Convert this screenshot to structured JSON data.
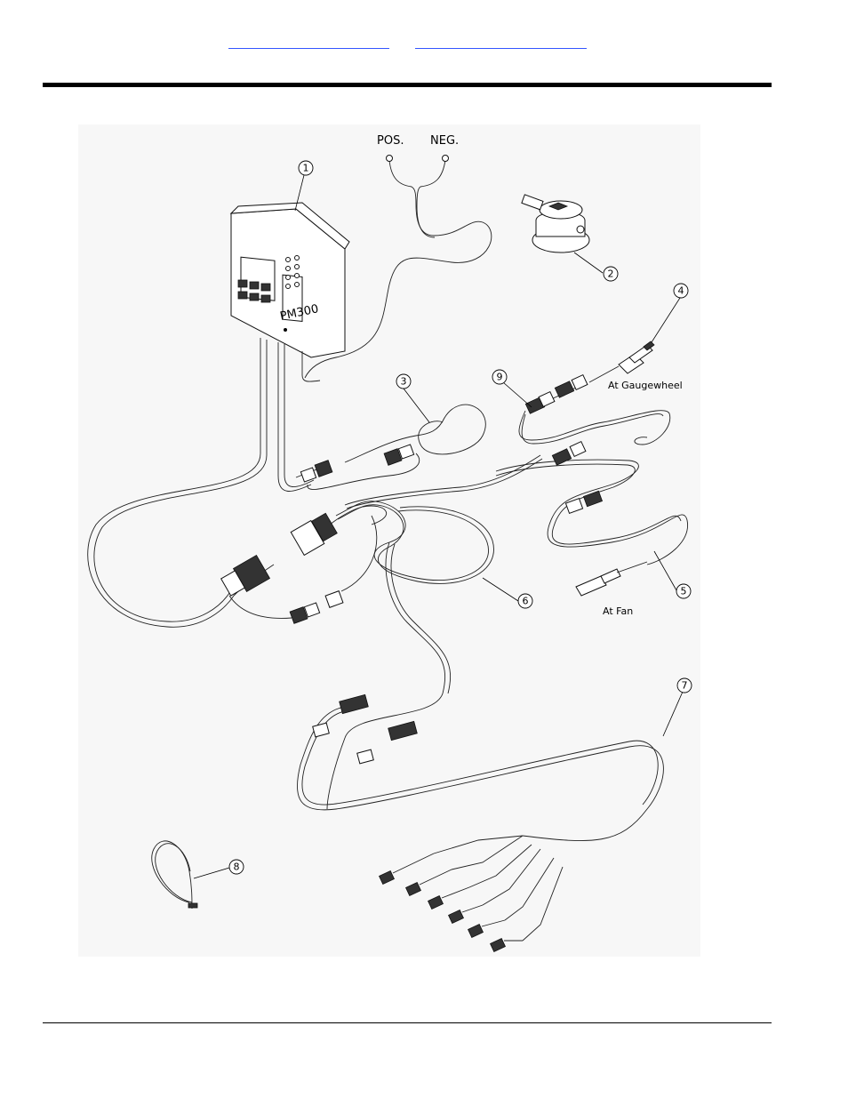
{
  "header": {
    "link_left": "",
    "link_right": ""
  },
  "drawing": {
    "model_label": "PM300",
    "wire_labels": {
      "pos": "POS.",
      "neg": "NEG."
    },
    "location_labels": {
      "gaugewheel": "At Gaugewheel",
      "fan": "At Fan"
    },
    "callouts": [
      "1",
      "2",
      "3",
      "4",
      "5",
      "6",
      "7",
      "8",
      "9"
    ]
  }
}
